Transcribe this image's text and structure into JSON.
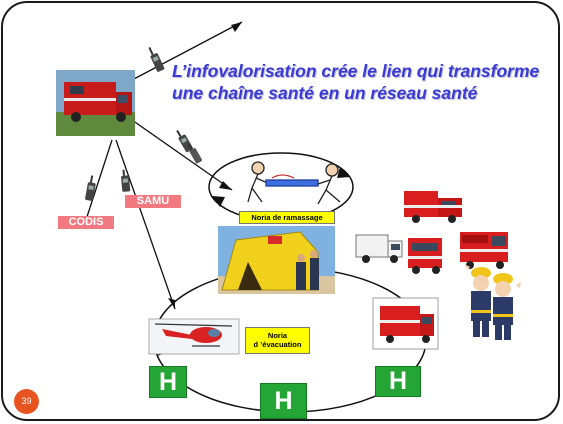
{
  "slide": {
    "title_line1": "L’infovalorisation crée le lien qui transforme",
    "title_line2": "une chaîne santé en un réseau santé",
    "slide_number": "39"
  },
  "labels": {
    "samu": "SAMU",
    "codis": "CODIS",
    "noria_ramassage": "Noria de ramassage",
    "noria_evacuation_1": "Noria",
    "noria_evacuation_2": "d ’évacuation"
  },
  "helipads": [
    "H",
    "H",
    "H"
  ],
  "icons": [
    "command-truck-photo",
    "walkie-talkie-icon",
    "stretcher-rescuers-clipart",
    "field-hospital-tent-photo",
    "helicopter-photo",
    "ambulance-photo",
    "fire-truck-icon",
    "firefighters-clipart"
  ],
  "colors": {
    "title": "#3a3ad8",
    "label_red": "#f07a80",
    "label_yellow": "#ffff00",
    "helipad_green": "#24a535",
    "fire_red": "#d81e1e",
    "slide_number": "#e8541f"
  }
}
